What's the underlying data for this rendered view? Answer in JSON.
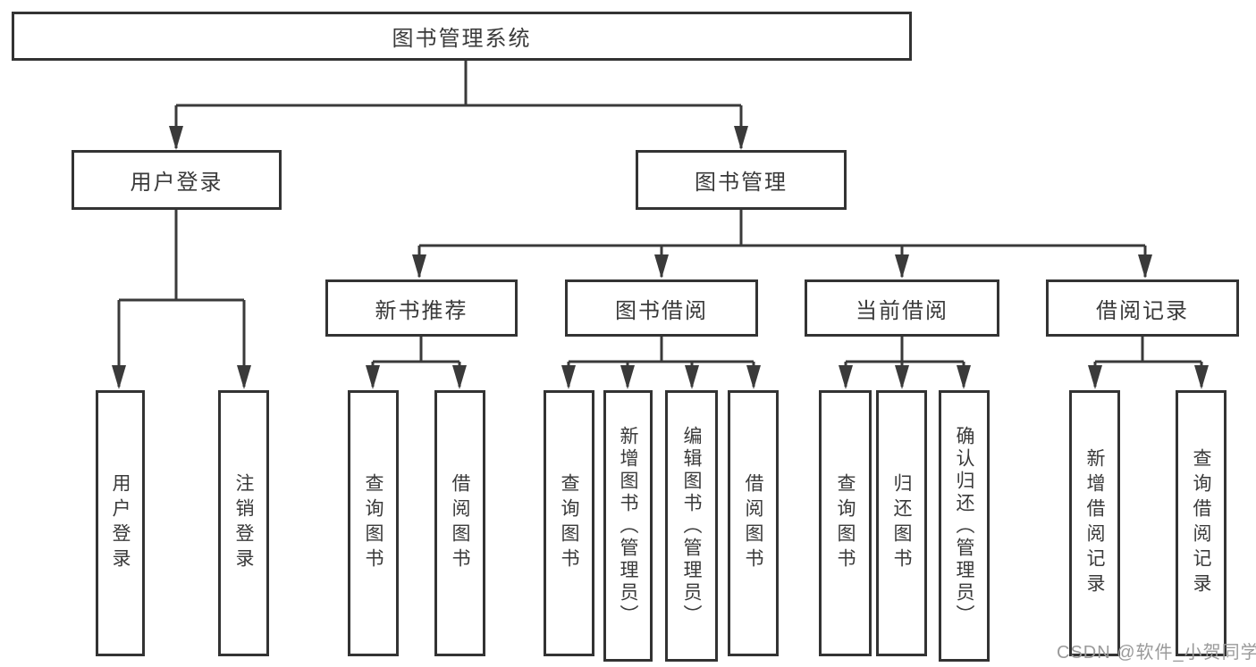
{
  "colors": {
    "line": "#3a3a3a",
    "box_border": "#333333",
    "text": "#3a3a3a",
    "watermark": "#9a9a9a",
    "background": "#ffffff"
  },
  "watermark": {
    "text": "CSDN @软件_小贺同学"
  },
  "tree": {
    "root": {
      "label": "图书管理系统",
      "children": [
        {
          "label": "用户登录",
          "children": [
            {
              "label": "用户登录"
            },
            {
              "label": "注销登录"
            }
          ]
        },
        {
          "label": "图书管理",
          "children": [
            {
              "label": "新书推荐",
              "children": [
                {
                  "label": "查询图书"
                },
                {
                  "label": "借阅图书"
                }
              ]
            },
            {
              "label": "图书借阅",
              "children": [
                {
                  "label": "查询图书"
                },
                {
                  "label": "新增图书（管理员）"
                },
                {
                  "label": "编辑图书（管理员）"
                },
                {
                  "label": "借阅图书"
                }
              ]
            },
            {
              "label": "当前借阅",
              "children": [
                {
                  "label": "查询图书"
                },
                {
                  "label": "归还图书"
                },
                {
                  "label": "确认归还（管理员）"
                }
              ]
            },
            {
              "label": "借阅记录",
              "children": [
                {
                  "label": "新增借阅记录"
                },
                {
                  "label": "查询借阅记录"
                }
              ]
            }
          ]
        }
      ]
    }
  }
}
